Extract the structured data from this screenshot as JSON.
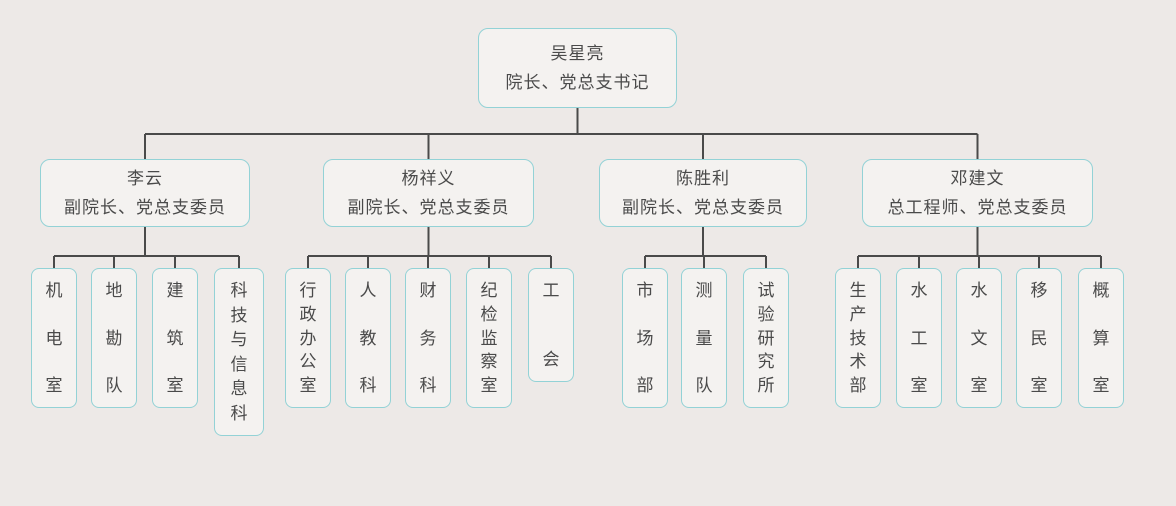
{
  "org": {
    "root": {
      "name": "吴星亮",
      "title": "院长、党总支书记"
    },
    "branches": [
      {
        "leader": {
          "name": "李云",
          "title": "副院长、党总支委员"
        },
        "departments": [
          "机电室",
          "地勘队",
          "建筑室",
          "科技与信息科"
        ]
      },
      {
        "leader": {
          "name": "杨祥义",
          "title": "副院长、党总支委员"
        },
        "departments": [
          "行政办公室",
          "人教科",
          "财务科",
          "纪检监察室",
          "工会"
        ]
      },
      {
        "leader": {
          "name": "陈胜利",
          "title": "副院长、党总支委员"
        },
        "departments": [
          "市场部",
          "测量队",
          "试验研究所"
        ]
      },
      {
        "leader": {
          "name": "邓建文",
          "title": "总工程师、党总支委员"
        },
        "departments": [
          "生产技术部",
          "水工室",
          "水文室",
          "移民室",
          "概算室"
        ]
      }
    ],
    "colors": {
      "canvas_background": "#ede9e7",
      "node_fill": "#f4f2f0",
      "node_border": "#93d2d6",
      "connector_line": "#4a4a4a",
      "text": "#4a4a4a"
    }
  }
}
